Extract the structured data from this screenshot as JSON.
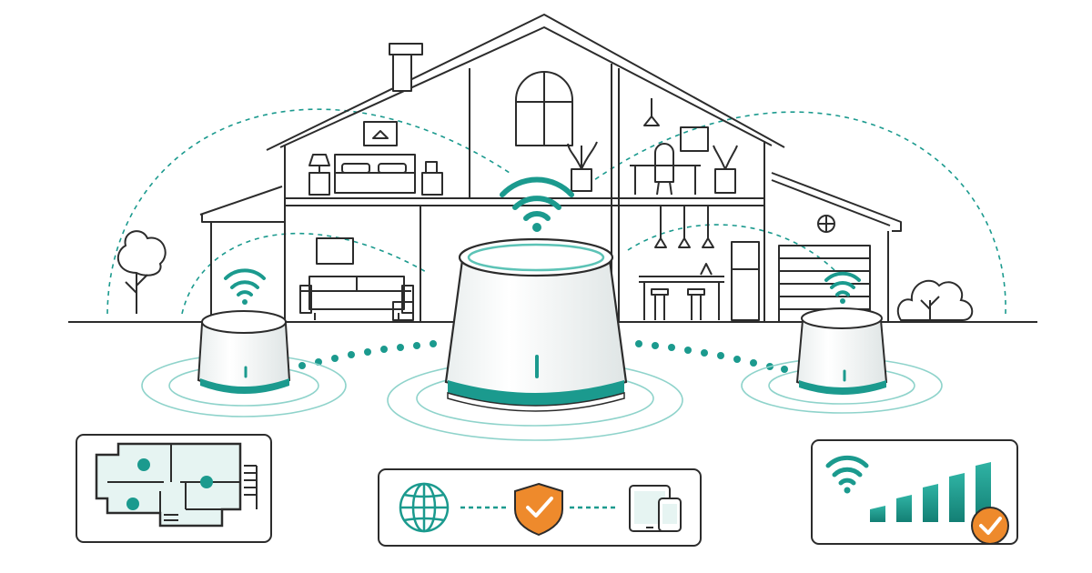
{
  "illustration": {
    "subject": "mesh-wifi-home-network",
    "icons": [
      "house-icon",
      "tree-icon",
      "bush-icon",
      "mesh-router-icon",
      "wifi-icon",
      "floor-plan-icon",
      "globe-icon",
      "shield-check-icon",
      "tablet-icon",
      "phone-icon",
      "signal-bars-icon",
      "check-badge-icon"
    ]
  },
  "colors": {
    "teal": "#1b9a8e",
    "teal_light": "#8fd3cb",
    "orange": "#ee8a2c",
    "line": "#2c2c2c",
    "router_body": "#ffffff"
  },
  "signal_card": {
    "bar_count": 5
  },
  "security_card": {
    "connection": "internet-to-devices"
  }
}
